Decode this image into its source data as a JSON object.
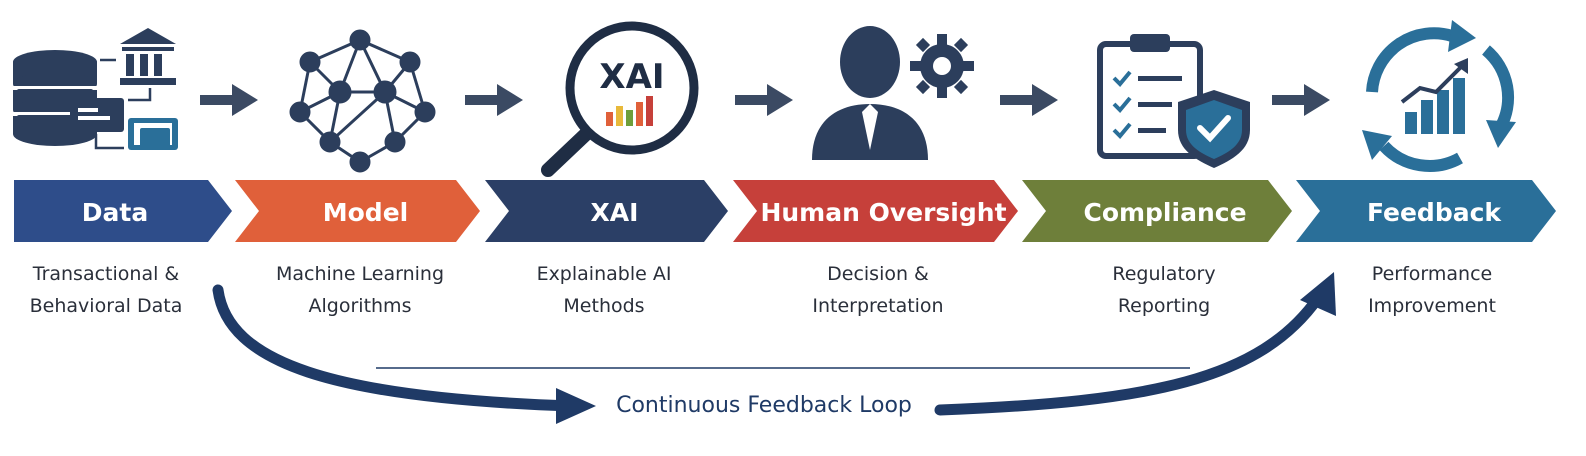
{
  "stages": [
    {
      "title": "Data",
      "sub1": "Transactional &",
      "sub2": "Behavioral Data",
      "icon": "database-bank-devices-icon",
      "color": "#2e4d8a"
    },
    {
      "title": "Model",
      "sub1": "Machine Learning",
      "sub2": "Algorithms",
      "icon": "neural-network-icon",
      "color": "#e0603a"
    },
    {
      "title": "XAI",
      "sub1": "Explainable AI",
      "sub2": "Methods",
      "icon": "magnifier-xai-icon",
      "color": "#2b3f66"
    },
    {
      "title": "Human Oversight",
      "sub1": "Decision &",
      "sub2": "Interpretation",
      "icon": "person-gear-icon",
      "color": "#c6403a"
    },
    {
      "title": "Compliance",
      "sub1": "Regulatory",
      "sub2": "Reporting",
      "icon": "clipboard-shield-icon",
      "color": "#6e7f3a"
    },
    {
      "title": "Feedback",
      "sub1": "Performance",
      "sub2": "Improvement",
      "icon": "cycle-chart-icon",
      "color": "#2a6f99"
    }
  ],
  "icons": {
    "xai_badge": "XAI"
  },
  "loop": {
    "label": "Continuous Feedback Loop",
    "color": "#1f3a66"
  },
  "colors": {
    "icon_dark": "#2c3e5c",
    "icon_blue": "#2a6f99",
    "connector_arrow": "#3b4a63"
  }
}
